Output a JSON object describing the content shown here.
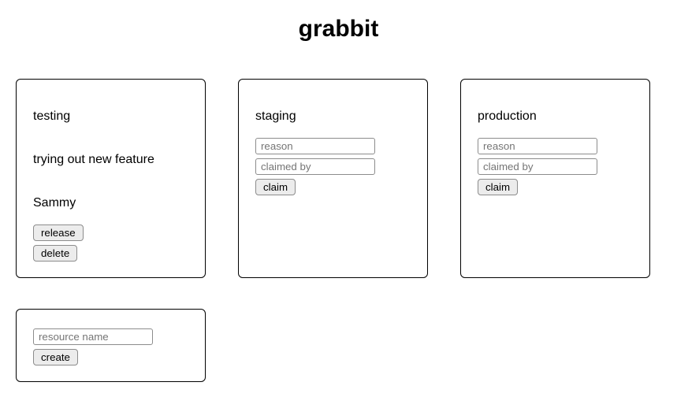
{
  "app": {
    "title": "grabbit"
  },
  "resources": [
    {
      "name": "testing",
      "state": "claimed",
      "reason": "trying out new feature",
      "claimed_by": "Sammy",
      "release_label": "release",
      "delete_label": "delete"
    },
    {
      "name": "staging",
      "state": "available",
      "reason_placeholder": "reason",
      "claimed_by_placeholder": "claimed by",
      "claim_label": "claim"
    },
    {
      "name": "production",
      "state": "available",
      "reason_placeholder": "reason",
      "claimed_by_placeholder": "claimed by",
      "claim_label": "claim"
    }
  ],
  "create_form": {
    "name_placeholder": "resource name",
    "create_label": "create"
  },
  "colors": {
    "page_background": "#ffffff",
    "card_border": "#000000",
    "text": "#000000",
    "button_background": "#ececec",
    "button_border": "#8c8c8c",
    "input_border": "#8c8c8c",
    "placeholder_text": "#757575"
  }
}
